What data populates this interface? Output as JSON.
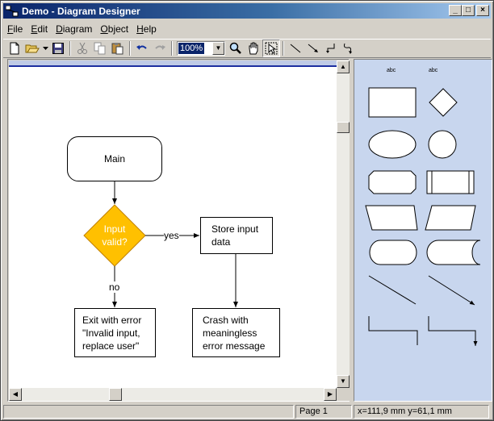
{
  "window": {
    "title": "Demo - Diagram Designer",
    "minimize": "_",
    "maximize": "□",
    "close": "×"
  },
  "menu": [
    {
      "u": "F",
      "rest": "ile"
    },
    {
      "u": "E",
      "rest": "dit"
    },
    {
      "u": "D",
      "rest": "iagram"
    },
    {
      "u": "O",
      "rest": "bject"
    },
    {
      "u": "H",
      "rest": "elp"
    }
  ],
  "toolbar": {
    "zoom": "100%",
    "icons": [
      "new-file-icon",
      "open-folder-icon",
      "save-icon",
      "cut-icon",
      "copy-icon",
      "paste-icon",
      "undo-icon",
      "redo-icon",
      "zoom-icon",
      "pan-hand-icon",
      "select-pointer-icon",
      "line-tool-icon",
      "arrow-tool-icon",
      "elbow-connector-icon",
      "curve-connector-icon"
    ]
  },
  "diagram": {
    "nodes": {
      "main": "Main",
      "decision": "Input\nvalid?",
      "store": "Store input\ndata",
      "exit": "Exit with error\n\"Invalid input,\nreplace user\"",
      "crash": "Crash with\nmeaningless\nerror message"
    },
    "edges": {
      "yes": "yes",
      "no": "no"
    },
    "colors": {
      "decision_fill": "#ffc000",
      "decision_stroke": "#c08000"
    }
  },
  "palette": {
    "header_labels": [
      "abc",
      "abc"
    ],
    "shapes": [
      "rectangle",
      "diamond",
      "ellipse",
      "circle",
      "rounded-rectangle",
      "predefined-process",
      "parallelogram",
      "slanted-parallelogram",
      "terminator",
      "stored-data",
      "line",
      "arrow-line",
      "elbow-line",
      "elbow-arrow"
    ],
    "background": "#c8d6ee"
  },
  "status": {
    "page": "Page 1",
    "coords": "x=111,9 mm  y=61,1 mm"
  }
}
